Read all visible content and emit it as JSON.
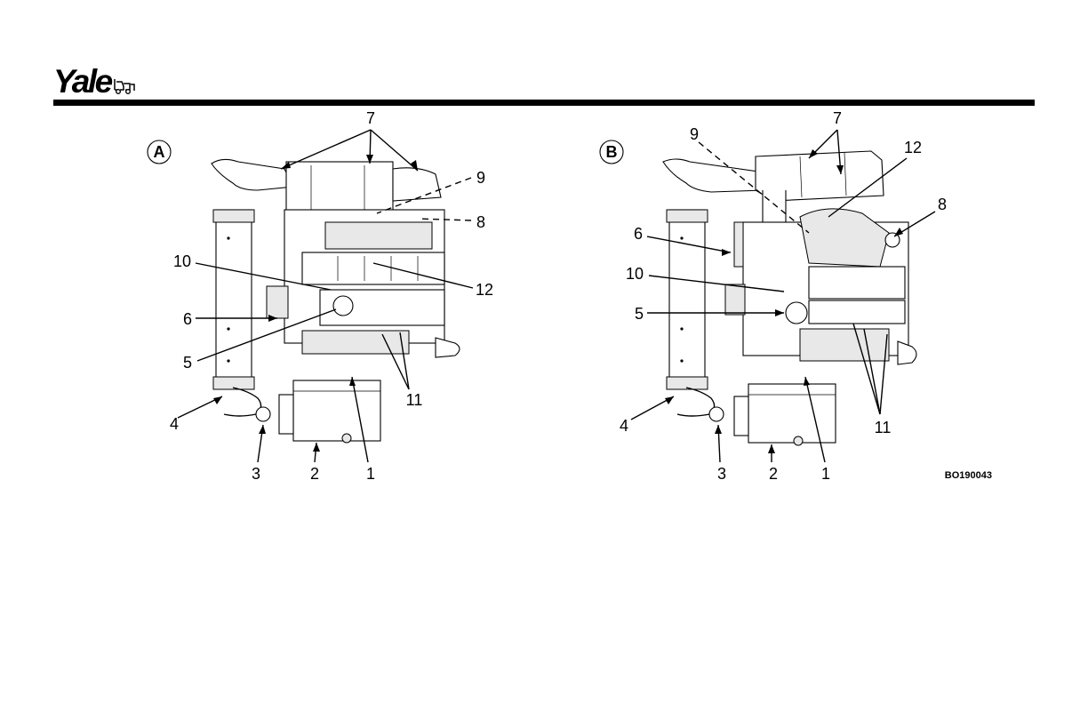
{
  "header": {
    "logo_text": "Yale",
    "logo_mark": "forklift-icon"
  },
  "figure": {
    "id_label": "BO190043",
    "panels": [
      {
        "label": "A",
        "callouts": [
          "1",
          "2",
          "3",
          "4",
          "5",
          "6",
          "7",
          "8",
          "9",
          "10",
          "11",
          "12"
        ]
      },
      {
        "label": "B",
        "callouts": [
          "1",
          "2",
          "3",
          "4",
          "5",
          "6",
          "7",
          "8",
          "9",
          "10",
          "11",
          "12"
        ]
      }
    ]
  }
}
